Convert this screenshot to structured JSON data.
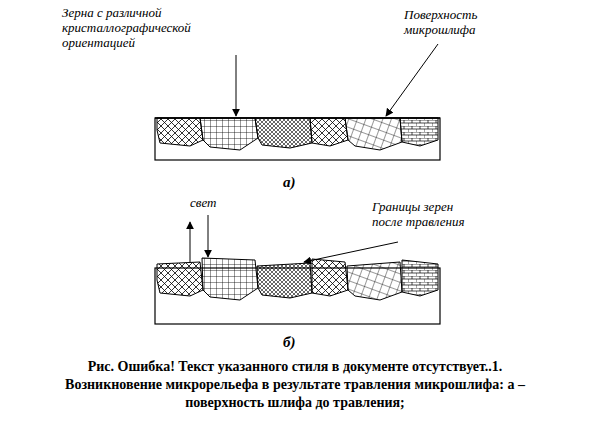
{
  "diagram": {
    "caption": "Рис. Ошибка! Текст указанного стиля в документе отсутствует..1. Возникновение микрорельефа в результате травления микрошлифа: а – поверхность шлифа до травления;",
    "labels": [
      "Зерна с различной кристаллографической ориентацией",
      "Поверхность микрошлифа",
      "а)",
      "свет",
      "Границы зерен после травления",
      "б)"
    ]
  }
}
